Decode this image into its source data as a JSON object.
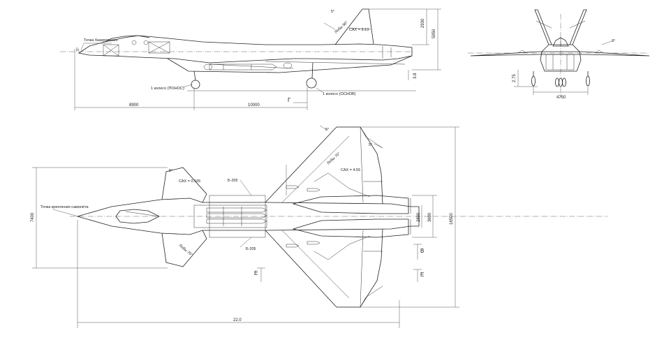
{
  "labels": {
    "side_nose_note": "Точка базирования",
    "side_sweep": "5°",
    "side_fin_sweep": "Лобы 90°",
    "side_cax_fin": "САХ = 3.13",
    "side_wheel_front": "1 колесо (ПОНОС)",
    "side_wheel_main": "1 колесо (ОСНОВ)",
    "side_section_mark": "Г",
    "plan_nose_note": "Точка крепления самолёта",
    "plan_canard_angle": "5°",
    "plan_canard_cax": "САХ = 0.165",
    "plan_wing_sweep": "Лобы 70°",
    "plan_wing_cax": "САХ = 4.55",
    "plan_wing_angle": "5°",
    "plan_bay_label_top": "Б-205",
    "plan_bay_label_bottom": "Б-205",
    "plan_canard_sweep_bottom": "Лобы 70°",
    "plan_section_b": "В",
    "plan_section_e": "Е",
    "front_dihedral": "3°"
  },
  "dimensions": {
    "side_len_front": "8900",
    "side_len_rear": "10000",
    "side_height_total": "5950",
    "side_height_fin": "2930",
    "side_gear_height": "3.8",
    "plan_total_length": "22.0",
    "plan_span": "16500",
    "plan_canard_span": "7400",
    "plan_nozzle_span": "3600",
    "plan_engine_span": "2800",
    "front_track": "4750",
    "front_gear_h": "2.75"
  }
}
